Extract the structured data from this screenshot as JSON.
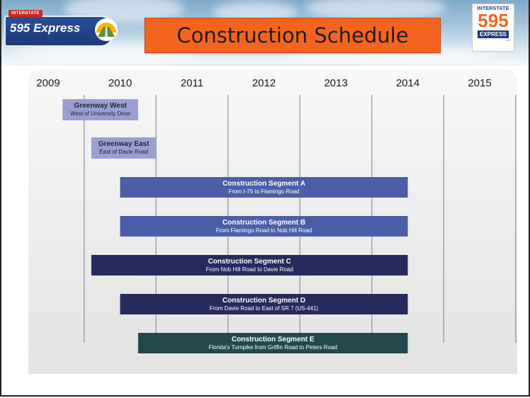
{
  "header": {
    "title": "Construction Schedule",
    "left_logo": {
      "tag": "INTERSTATE",
      "brand": "595 Express",
      "icon": "road-icon"
    },
    "right_logo": {
      "line1": "INTERSTATE",
      "line2": "595",
      "line3": "EXPRESS",
      "line4": "LLC"
    }
  },
  "colors": {
    "title_bg": "#f5641e",
    "brand_blue": "#1b3a7a",
    "greenway": "#9b9ecf",
    "segment_mid": "#4a5fa8",
    "segment_dark": "#272a5c",
    "segment_teal": "#23494f",
    "gridline": "#9aa0b8"
  },
  "chart_data": {
    "type": "gantt",
    "years": [
      "2009",
      "2010",
      "2011",
      "2012",
      "2013",
      "2014",
      "2015"
    ],
    "tasks": [
      {
        "name": "Greenway West",
        "description": "West of University Drive",
        "start": 2009.2,
        "end": 2010.25,
        "color": "#9b9ecf",
        "text_color": "#1f2340"
      },
      {
        "name": "Greenway East",
        "description": "East of Davie Road",
        "start": 2009.6,
        "end": 2010.5,
        "color": "#9b9ecf",
        "text_color": "#1f2340"
      },
      {
        "name": "Construction Segment A",
        "description": "From I-75 to Flamingo Road",
        "start": 2010.0,
        "end": 2014.0,
        "color": "#4a5fa8",
        "text_color": "#ffffff"
      },
      {
        "name": "Construction Segment B",
        "description": "From Flamingo Road to Nob Hill Road",
        "start": 2010.0,
        "end": 2014.0,
        "color": "#4a5fa8",
        "text_color": "#ffffff"
      },
      {
        "name": "Construction Segment C",
        "description": "From Nob Hill Road to Davie Road",
        "start": 2009.6,
        "end": 2014.0,
        "color": "#272a5c",
        "text_color": "#ffffff"
      },
      {
        "name": "Construction Segment D",
        "description": "From Davie Road to East of SR 7 (US-441)",
        "start": 2010.0,
        "end": 2014.0,
        "color": "#272a5c",
        "text_color": "#ffffff"
      },
      {
        "name": "Construction Segment E",
        "description": "Florida's Turnpike from Griffin Road to Peters Road",
        "start": 2010.25,
        "end": 2014.0,
        "color": "#23494f",
        "text_color": "#ffffff"
      }
    ]
  }
}
